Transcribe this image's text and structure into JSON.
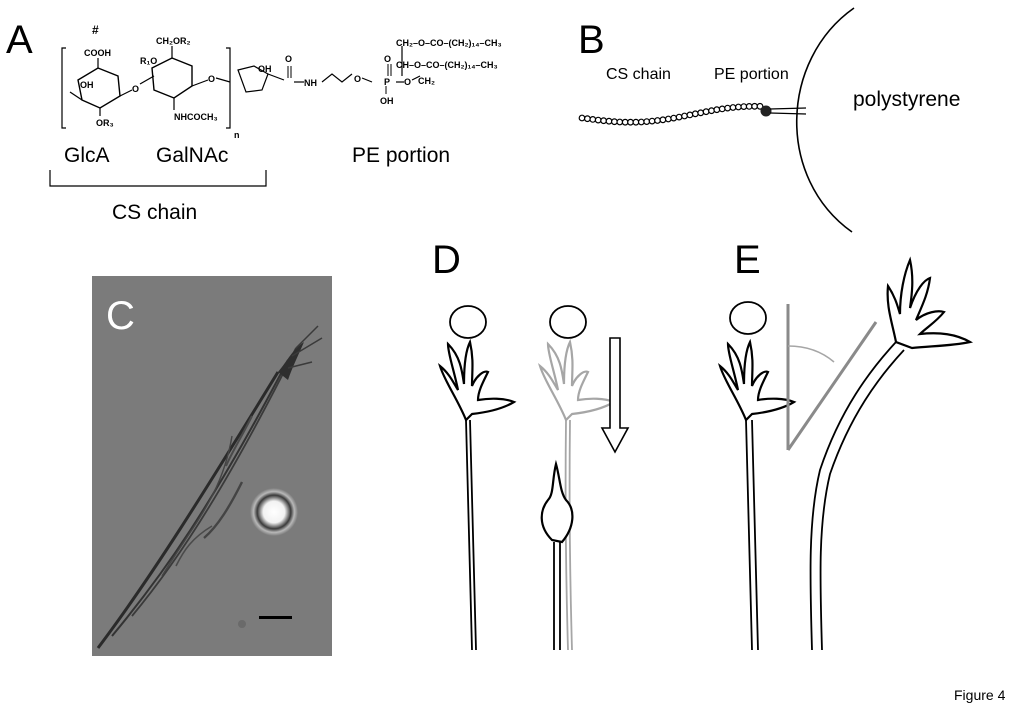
{
  "figure_label": "Figure 4",
  "panels": {
    "A": {
      "letter": "A",
      "units": [
        "GlcA",
        "GalNAc"
      ],
      "cs_chain_label": "CS chain",
      "pe_label": "PE portion",
      "structure": {
        "hash": "#",
        "cooh": "COOH",
        "ch2or2": "CH₂OR₂",
        "r1o": "R₁O",
        "oh1": "OH",
        "or3": "OR₃",
        "nhcoch3": "NHCOCH₃",
        "oh2": "OH",
        "n": "n",
        "nh": "NH",
        "o_bridge1": "O",
        "o_bridge2": "O",
        "o_amide": "O",
        "o_ester": "O",
        "p": "P",
        "o_dbl": "O",
        "p_oh": "OH",
        "o_link": "O",
        "ch2_end": "CH₂",
        "lipid1": "CH₂–O–CO–(CH₂)₁₄–CH₃",
        "lipid2": "CH–O–CO–(CH₂)₁₄–CH₃"
      }
    },
    "B": {
      "letter": "B",
      "cs_chain_label": "CS chain",
      "pe_label": "PE portion",
      "surface_label": "polystyrene"
    },
    "C": {
      "letter": "C"
    },
    "D": {
      "letter": "D"
    },
    "E": {
      "letter": "E"
    }
  },
  "colors": {
    "ink": "#000000",
    "gray_line": "#8a8a8a",
    "light_gray_line": "#a6a6a6",
    "micro_bg": "#7b7b7b"
  }
}
